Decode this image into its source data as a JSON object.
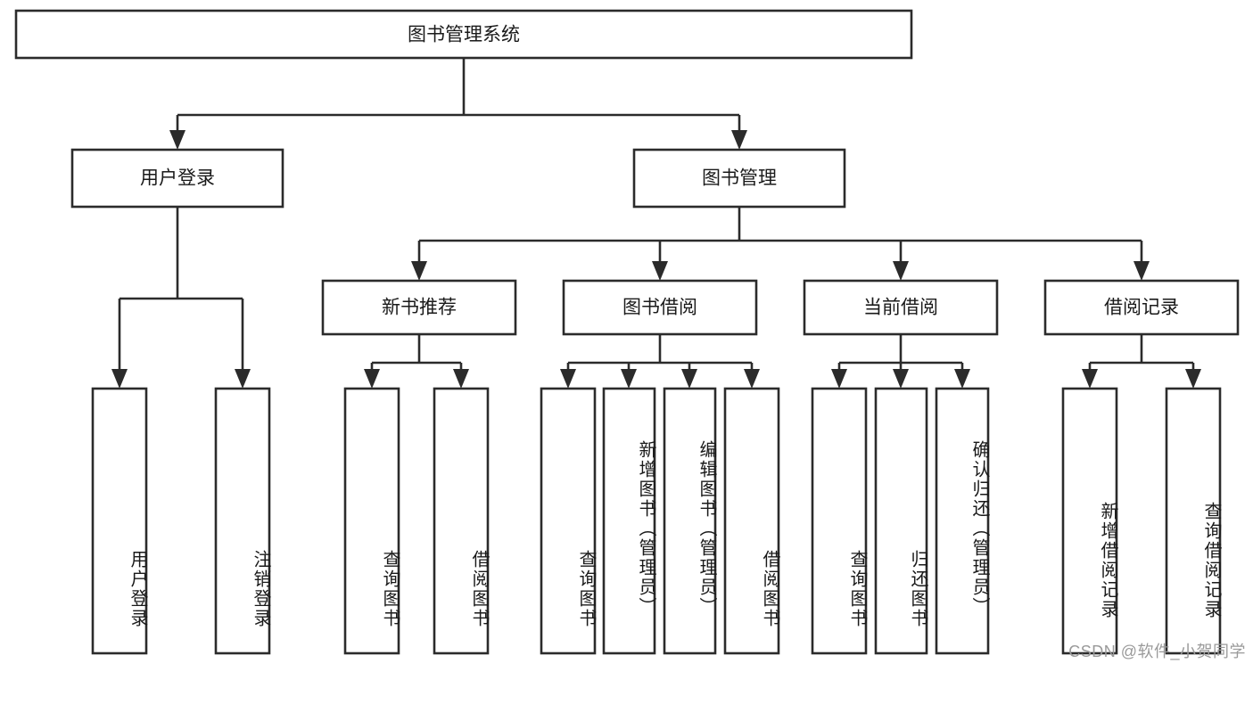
{
  "diagram": {
    "title_node": {
      "label": "图书管理系统"
    },
    "level2": [
      {
        "id": "user-login",
        "label": "用户登录"
      },
      {
        "id": "book-management",
        "label": "图书管理"
      }
    ],
    "level3": [
      {
        "id": "new-book-recommendation",
        "label": "新书推荐"
      },
      {
        "id": "book-borrowing",
        "label": "图书借阅"
      },
      {
        "id": "current-borrowing",
        "label": "当前借阅"
      },
      {
        "id": "borrowing-records",
        "label": "借阅记录"
      }
    ],
    "leaves": {
      "user_login": [
        {
          "id": "leaf-user-login",
          "label": "用户登录"
        },
        {
          "id": "leaf-logout",
          "label": "注销登录"
        }
      ],
      "new_book_recommendation": [
        {
          "id": "leaf-query-books-1",
          "label": "查询图书"
        },
        {
          "id": "leaf-borrow-books-1",
          "label": "借阅图书"
        }
      ],
      "book_borrowing": [
        {
          "id": "leaf-query-books-2",
          "label": "查询图书"
        },
        {
          "id": "leaf-add-book-admin",
          "label": "新增图书（管理员）"
        },
        {
          "id": "leaf-edit-book-admin",
          "label": "编辑图书（管理员）"
        },
        {
          "id": "leaf-borrow-books-2",
          "label": "借阅图书"
        }
      ],
      "current_borrowing": [
        {
          "id": "leaf-query-books-3",
          "label": "查询图书"
        },
        {
          "id": "leaf-return-books",
          "label": "归还图书"
        },
        {
          "id": "leaf-confirm-return-admin",
          "label": "确认归还（管理员）"
        }
      ],
      "borrowing_records": [
        {
          "id": "leaf-add-record",
          "label": "新增借阅记录"
        },
        {
          "id": "leaf-query-record",
          "label": "查询借阅记录"
        }
      ]
    },
    "watermark": "CSDN @软件_小贺同学",
    "colors": {
      "stroke": "#2b2b2b",
      "box_fill": "#ffffff",
      "text": "#1a1a1a",
      "watermark": "#9a9a9a",
      "background": "#ffffff"
    }
  }
}
